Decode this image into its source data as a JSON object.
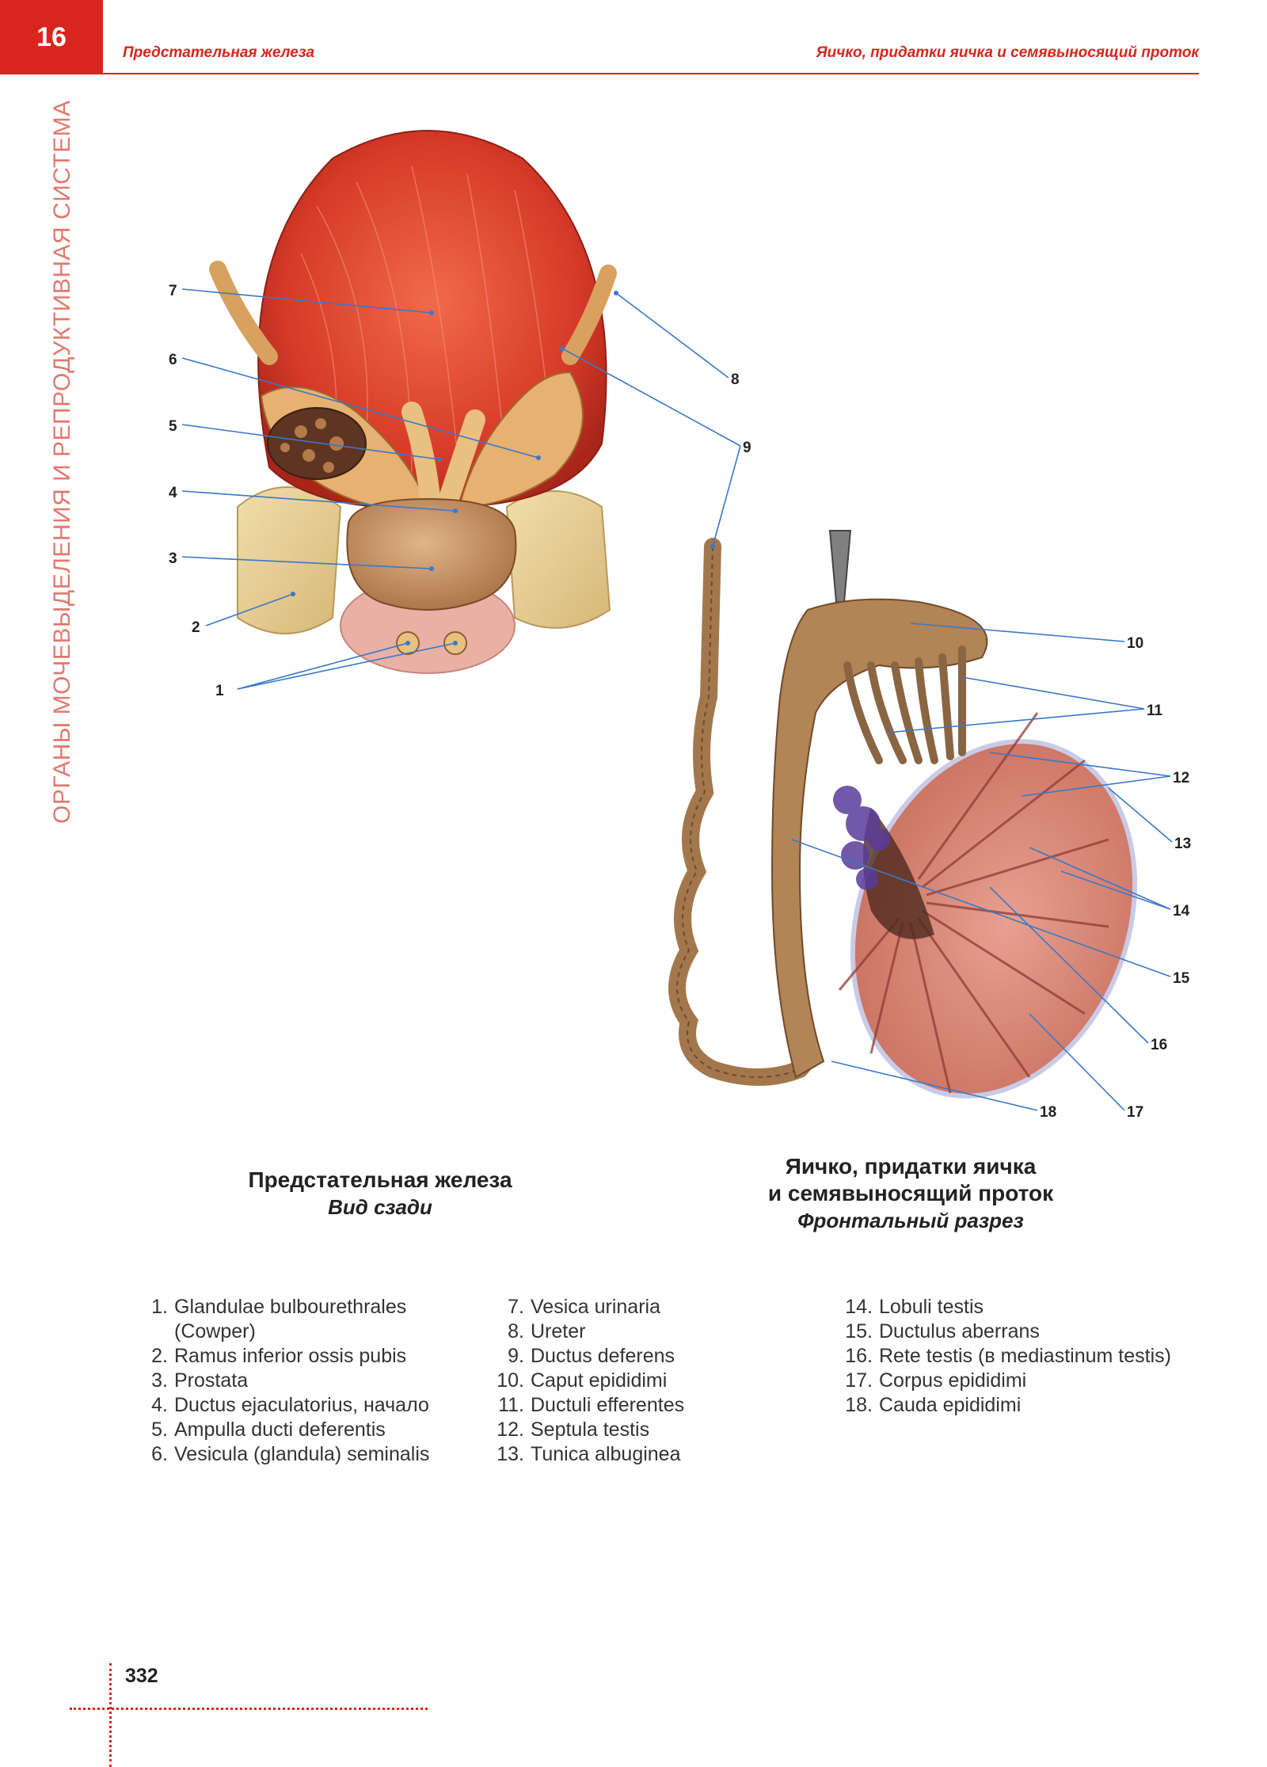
{
  "header": {
    "chapter_number": "16",
    "left_title": "Предстательная железа",
    "right_title": "Яичко, придатки яичка и семявыносящий проток"
  },
  "side_title": "ОРГАНЫ МОЧЕВЫДЕЛЕНИЯ И РЕПРОДУКТИВНАЯ СИСТЕМА",
  "figure_left": {
    "title": "Предстательная железа",
    "subtitle": "Вид сзади",
    "labels": [
      "1",
      "2",
      "3",
      "4",
      "5",
      "6",
      "7",
      "8",
      "9"
    ]
  },
  "figure_right": {
    "title_line1": "Яичко, придатки яичка",
    "title_line2": "и семявыносящий проток",
    "subtitle": "Фронтальный разрез",
    "labels": [
      "10",
      "11",
      "12",
      "13",
      "14",
      "15",
      "16",
      "17",
      "18"
    ]
  },
  "legend": {
    "col1": [
      {
        "n": "1.",
        "text": "Glandulae bulbourethrales"
      },
      {
        "n": "",
        "text": "(Cowper)"
      },
      {
        "n": "2.",
        "text": "Ramus inferior ossis pubis"
      },
      {
        "n": "3.",
        "text": "Prostata"
      },
      {
        "n": "4.",
        "text": "Ductus ejaculatorius, начало"
      },
      {
        "n": "5.",
        "text": "Ampulla ducti deferentis"
      },
      {
        "n": "6.",
        "text": "Vesicula (glandula) seminalis"
      }
    ],
    "col2": [
      {
        "n": "7.",
        "text": "Vesica urinaria"
      },
      {
        "n": "8.",
        "text": "Ureter"
      },
      {
        "n": "9.",
        "text": "Ductus deferens"
      },
      {
        "n": "10.",
        "text": "Caput epididimi"
      },
      {
        "n": "11.",
        "text": "Ductuli efferentes"
      },
      {
        "n": "12.",
        "text": "Septula testis"
      },
      {
        "n": "13.",
        "text": "Tunica albuginea"
      }
    ],
    "col3": [
      {
        "n": "14.",
        "text": "Lobuli testis"
      },
      {
        "n": "15.",
        "text": "Ductulus aberrans"
      },
      {
        "n": "16.",
        "text": "Rete testis (в mediastinum testis)"
      },
      {
        "n": "17.",
        "text": "Corpus epididimi"
      },
      {
        "n": "18.",
        "text": "Cauda epididimi"
      }
    ]
  },
  "page_number": "332",
  "colors": {
    "accent": "#d9251d",
    "side_title": "#e07a6f",
    "leader": "#3a78c8"
  }
}
